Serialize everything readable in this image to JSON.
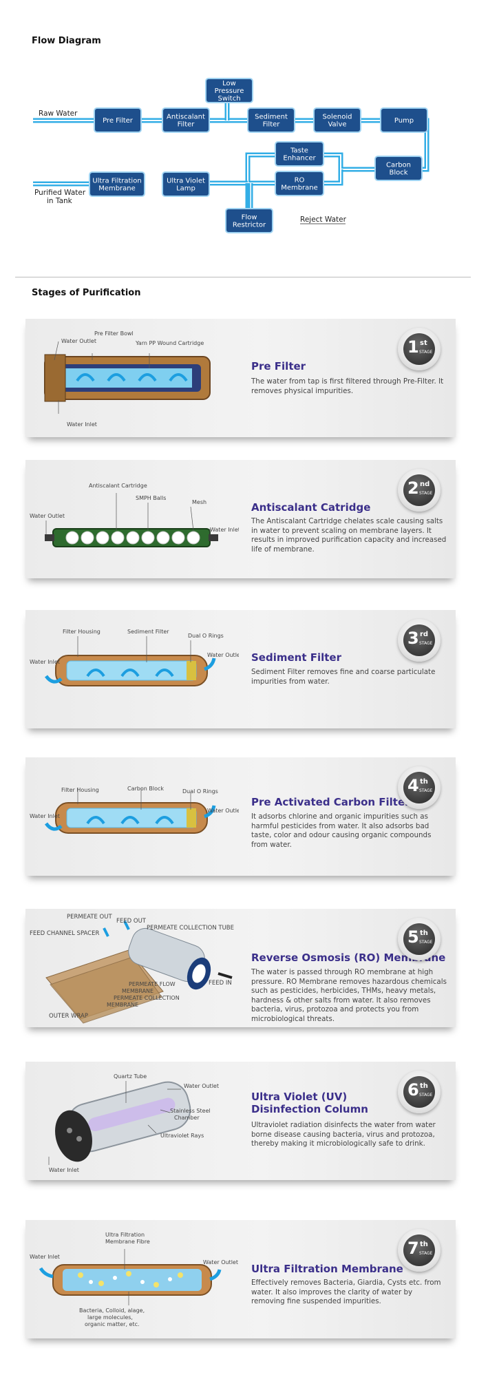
{
  "flow_heading": "Flow Diagram",
  "stages_heading": "Stages of Purification",
  "flow": {
    "raw_water": "Raw Water",
    "purified_1": "Purified Water",
    "purified_2": "in Tank",
    "reject_water": "Reject Water",
    "boxes": {
      "pre_filter": [
        "Pre Filter"
      ],
      "antiscalant": [
        "Antiscalant",
        "Filter"
      ],
      "low_pressure": [
        "Low",
        "Pressure",
        "Switch"
      ],
      "sediment": [
        "Sediment",
        "Filter"
      ],
      "solenoid": [
        "Solenoid",
        "Valve"
      ],
      "pump": [
        "Pump"
      ],
      "carbon": [
        "Carbon",
        "Block"
      ],
      "taste": [
        "Taste",
        "Enhancer"
      ],
      "ro": [
        "RO",
        "Membrane"
      ],
      "flow_restrictor": [
        "Flow",
        "Restrictor"
      ],
      "uv": [
        "Ultra Violet",
        "Lamp"
      ],
      "uf": [
        "Ultra Filtration",
        "Membrane"
      ]
    }
  },
  "stages": [
    {
      "num": "1",
      "suffix": "st",
      "badge": "STAGE",
      "title": [
        "Pre Filter"
      ],
      "desc": "The water from tap is first filtered through Pre-Filter. It removes physical impurities.",
      "labels": {
        "a": "Pre Filter Bowl",
        "b": "Yarn PP Wound Cartridge",
        "c": "Water Outlet",
        "d": "Water Inlet"
      }
    },
    {
      "num": "2",
      "suffix": "nd",
      "badge": "STAGE",
      "title": [
        "Antiscalant Catridge"
      ],
      "desc": "The Antiscalant Cartridge chelates scale causing salts in water to prevent scaling on membrane layers. It results in improved purification capacity and increased life of membrane.",
      "labels": {
        "a": "Antiscalant Cartridge",
        "b": "SMPH Balls",
        "c": "Mesh",
        "d": "Water Outlet",
        "e": "Water Inlet"
      }
    },
    {
      "num": "3",
      "suffix": "rd",
      "badge": "STAGE",
      "title": [
        "Sediment Filter"
      ],
      "desc": "Sediment Filter removes fine and coarse particulate impurities from water.",
      "labels": {
        "a": "Filter Housing",
        "b": "Sediment Filter",
        "c": "Dual O Rings",
        "d": "Water Inlet",
        "e": "Water Outlet"
      }
    },
    {
      "num": "4",
      "suffix": "th",
      "badge": "STAGE",
      "title": [
        "Pre Activated Carbon Filter"
      ],
      "desc": "It adsorbs chlorine and organic impurities such as harmful pesticides from water. It also adsorbs bad taste, color and odour causing organic compounds from water.",
      "labels": {
        "a": "Filter Housing",
        "b": "Carbon Block",
        "c": "Dual O Rings",
        "d": "Water Inlet",
        "e": "Water Outlet"
      }
    },
    {
      "num": "5",
      "suffix": "th",
      "badge": "STAGE",
      "title": [
        "Reverse Osmosis (RO) Membrane"
      ],
      "desc": "The water is passed through RO membrane at high pressure. RO Membrane removes hazardous chemicals such as pesticides, herbicides, THMs, heavy metals, hardness & other salts from water. It also removes bacteria, virus, protozoa and protects you from microbiological threats.",
      "labels": {
        "a": "PERMEATE OUT",
        "b": "FEED OUT",
        "c": "PERMEATE COLLECTION TUBE",
        "d": "FEED CHANNEL SPACER",
        "e": "FEED IN",
        "f": "PERMEATE FLOW",
        "g": "MEMBRANE",
        "h": "PERMEATE COLLECTION",
        "i": "MEMBRANE",
        "j": "OUTER WRAP"
      }
    },
    {
      "num": "6",
      "suffix": "th",
      "badge": "STAGE",
      "title": [
        "Ultra Violet (UV)",
        "Disinfection Column"
      ],
      "desc": "Ultraviolet radiation disinfects the water from water borne disease causing bacteria, virus and protozoa, thereby making it microbiologically safe to drink.",
      "labels": {
        "a": "Quartz Tube",
        "b": "Water Outlet",
        "c": "Stainless Steel",
        "c2": "Chamber",
        "d": "Ultraviolet Rays",
        "e": "Water Inlet"
      }
    },
    {
      "num": "7",
      "suffix": "th",
      "badge": "STAGE",
      "title": [
        "Ultra Filtration Membrane"
      ],
      "desc": "Effectively removes Bacteria, Giardia, Cysts etc. from water. It also improves the clarity of water by removing fine suspended impurities.",
      "labels": {
        "a": "Ultra Filtration",
        "a2": "Membrane Fibre",
        "b": "Water Inlet",
        "c": "Water Outlet",
        "d": "Bacteria, Colloid, alage,",
        "d2": "large molecules,",
        "d3": "organic matter, etc."
      }
    }
  ],
  "colors": {
    "accent": "#3b2f8a",
    "pipe": "#33aee6",
    "box": "#1e4f8c"
  }
}
